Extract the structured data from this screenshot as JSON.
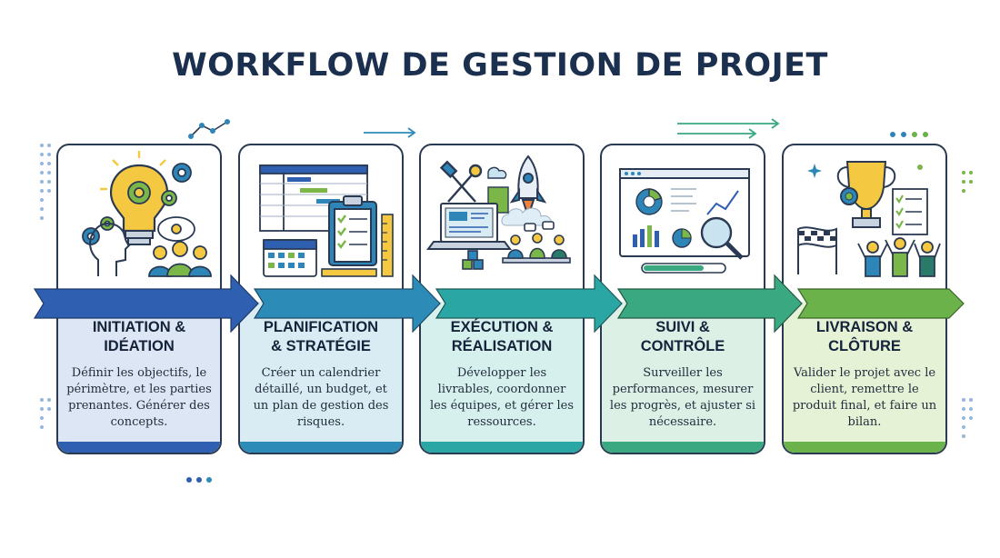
{
  "title": "WORKFLOW DE GESTION DE PROJET",
  "colors": {
    "title": "#1b2f4e",
    "outline": "#2a3a52",
    "stage_colors": [
      "#2e5fb0",
      "#2d8bb8",
      "#2aa7a5",
      "#3aa880",
      "#6cb24a"
    ],
    "stage_tints": [
      "#dde6f4",
      "#d9ecf4",
      "#d6f0ee",
      "#dcf0e6",
      "#e6f2d6"
    ]
  },
  "stages": [
    {
      "heading": "INITIATION &\nIDÉATION",
      "description": "Définir les objectifs, le périmètre, et les parties prenantes. Générer des concepts.",
      "icons": [
        "lightbulb-icon",
        "gear-icon",
        "head-icon",
        "team-icon"
      ]
    },
    {
      "heading": "PLANIFICATION\n& STRATÉGIE",
      "description": "Créer un calendrier détaillé, un budget, et un plan de gestion des risques.",
      "icons": [
        "gantt-chart-icon",
        "clipboard-checklist-icon",
        "calendar-icon",
        "ruler-icon"
      ]
    },
    {
      "heading": "EXÉCUTION &\nRÉALISATION",
      "description": "Développer les livrables, coordonner les équipes, et gérer les ressources.",
      "icons": [
        "tools-icon",
        "rocket-icon",
        "laptop-icon",
        "meeting-icon"
      ]
    },
    {
      "heading": "SUIVI &\nCONTRÔLE",
      "description": "Surveiller les performances, mesurer les progrès, et ajuster si nécessaire.",
      "icons": [
        "dashboard-icon",
        "magnifier-icon",
        "progress-bar-icon"
      ]
    },
    {
      "heading": "LIVRAISON &\nCLÔTURE",
      "description": "Valider le projet avec le client, remettre le produit final, et faire un bilan.",
      "icons": [
        "trophy-icon",
        "checklist-icon",
        "finish-flag-icon",
        "celebrating-team-icon"
      ]
    }
  ]
}
